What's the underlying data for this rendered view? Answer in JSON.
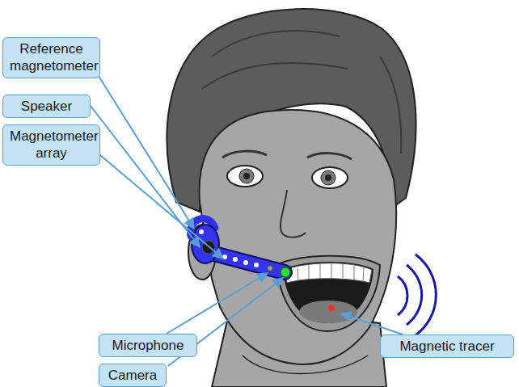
{
  "diagram": {
    "nodes": [
      {
        "text": [
          "Reference magnetometer"
        ]
      },
      {
        "text": [
          "Speaker"
        ]
      },
      {
        "text": [
          "Magnetometer array"
        ]
      },
      {
        "text": [
          "Microphone"
        ]
      },
      {
        "text": [
          "Camera"
        ]
      },
      {
        "text": [
          "Magnetic tracer"
        ]
      }
    ]
  }
}
